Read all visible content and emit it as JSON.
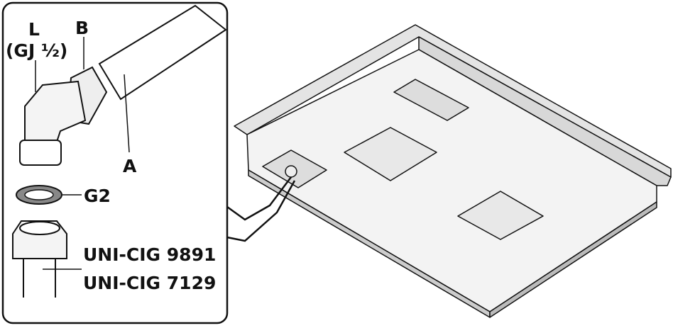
{
  "labels": {
    "L": "L",
    "L_sub": "(GJ ½)",
    "B": "B",
    "A": "A",
    "G2": "G2",
    "uni1": "UNI-CIG 9891",
    "uni2": "UNI-CIG 7129"
  },
  "colors": {
    "line": "#111111",
    "plate": "#f2f2f2",
    "shade": "#d0d0d0"
  }
}
